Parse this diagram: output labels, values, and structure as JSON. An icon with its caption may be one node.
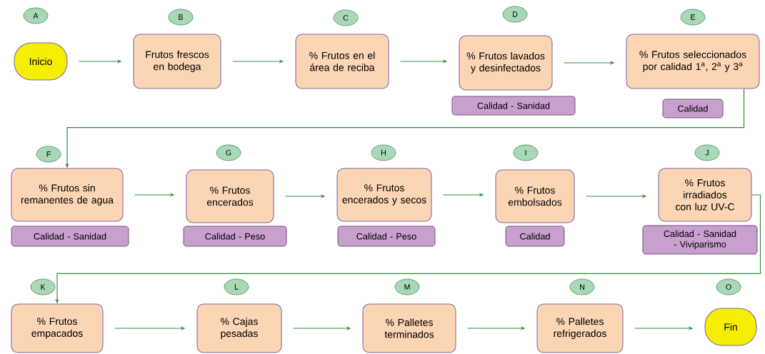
{
  "diagram": {
    "nodes": [
      {
        "text": [
          "Inicio"
        ]
      },
      {
        "text": [
          "Frutos frescos en bodega"
        ]
      },
      {
        "text": [
          "% Frutos en el área de reciba"
        ]
      },
      {
        "text": [
          "% Frutos lavados y desinfectados"
        ]
      },
      {
        "text": [
          "% Frutos seleccionados por calidad 1$^{a}$, 2$^{a}$ y 3$^{a}$"
        ]
      },
      {
        "text": [
          "% Frutos sin remanentes de agua"
        ]
      },
      {
        "text": [
          "% Frutos encerados"
        ]
      },
      {
        "text": [
          "% Frutos encerados y secos"
        ]
      },
      {
        "text": [
          "% Frutos embolsados"
        ]
      },
      {
        "text": [
          "% Frutos irradiados con luz UV-C"
        ]
      },
      {
        "text": [
          "% Frutos empacados"
        ]
      },
      {
        "text": [
          "% Cajas pesadas"
        ]
      },
      {
        "text": [
          "% Palletes terminados"
        ]
      },
      {
        "text": [
          "% Palletes refrigerados"
        ]
      },
      {
        "text": [
          "Fin"
        ]
      },
      {
        "text": [
          "A"
        ]
      },
      {
        "text": [
          "B"
        ]
      },
      {
        "text": [
          "C"
        ]
      },
      {
        "text": [
          "D"
        ]
      },
      {
        "text": [
          "E"
        ]
      },
      {
        "text": [
          "F"
        ]
      },
      {
        "text": [
          "G"
        ]
      },
      {
        "text": [
          "H"
        ]
      },
      {
        "text": [
          "I"
        ]
      },
      {
        "text": [
          "J"
        ]
      },
      {
        "text": [
          "K"
        ]
      },
      {
        "text": [
          "L"
        ]
      },
      {
        "text": [
          "M"
        ]
      },
      {
        "text": [
          "N"
        ]
      },
      {
        "text": [
          "O"
        ]
      },
      {
        "text": [
          "Calidad - Sanidad"
        ]
      },
      {
        "text": [
          "Calidad"
        ]
      },
      {
        "text": [
          "Calidad - Sanidad"
        ]
      },
      {
        "text": [
          "Calidad - Peso"
        ]
      },
      {
        "text": [
          "Calidad - Peso"
        ]
      },
      {
        "text": [
          "Calidad"
        ]
      },
      {
        "text": [
          "Calidad - Sanidad - Viviparismo"
        ]
      }
    ],
    "edges": [
      {
        "from": 0,
        "to": 1,
        "arrow": "to"
      },
      {
        "from": 1,
        "to": 2,
        "arrow": "to"
      },
      {
        "from": 2,
        "to": 3,
        "arrow": "to"
      },
      {
        "from": 3,
        "to": 4,
        "arrow": "to"
      },
      {
        "from": 4,
        "to": 5,
        "arrow": "to"
      },
      {
        "from": 5,
        "to": 6,
        "arrow": "to"
      },
      {
        "from": 6,
        "to": 7,
        "arrow": "to"
      },
      {
        "from": 7,
        "to": 8,
        "arrow": "to"
      },
      {
        "from": 8,
        "to": 9,
        "arrow": "to"
      },
      {
        "from": 9,
        "to": 10,
        "arrow": "to"
      },
      {
        "from": 10,
        "to": 11,
        "arrow": "to"
      },
      {
        "from": 11,
        "to": 12,
        "arrow": "to"
      },
      {
        "from": 12,
        "to": 13,
        "arrow": "to"
      },
      {
        "from": 13,
        "to": 14,
        "arrow": "to"
      }
    ]
  }
}
